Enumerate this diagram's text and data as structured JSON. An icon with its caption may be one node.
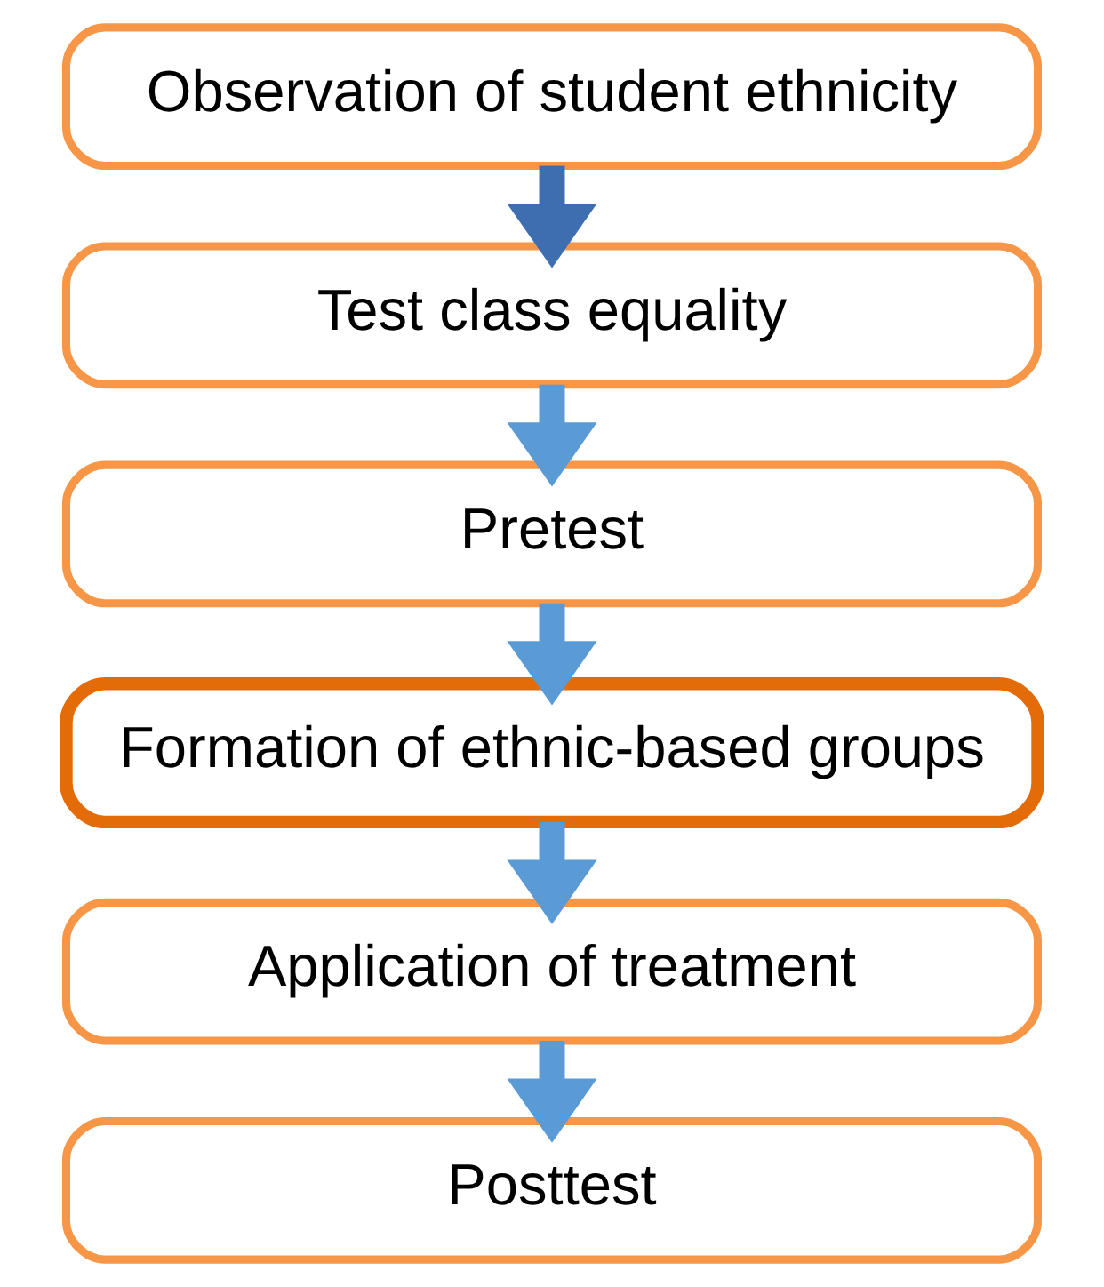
{
  "diagram": {
    "nodes": [
      {
        "text": [
          "Observation of student ethnicity"
        ]
      },
      {
        "text": [
          "Test class equality"
        ]
      },
      {
        "text": [
          "Pretest"
        ]
      },
      {
        "text": [
          "Formation of ethnic-based groups"
        ]
      },
      {
        "text": [
          "Application of treatment"
        ]
      },
      {
        "text": [
          "Posttest"
        ]
      }
    ],
    "edges": [
      {
        "from": 0,
        "to": 1,
        "arrow": "to",
        "color": "#3e6eb0"
      },
      {
        "from": 1,
        "to": 2,
        "arrow": "to"
      },
      {
        "from": 2,
        "to": 3,
        "arrow": "to"
      },
      {
        "from": 3,
        "to": 4,
        "arrow": "to"
      },
      {
        "from": 4,
        "to": 5,
        "arrow": "to"
      }
    ]
  }
}
